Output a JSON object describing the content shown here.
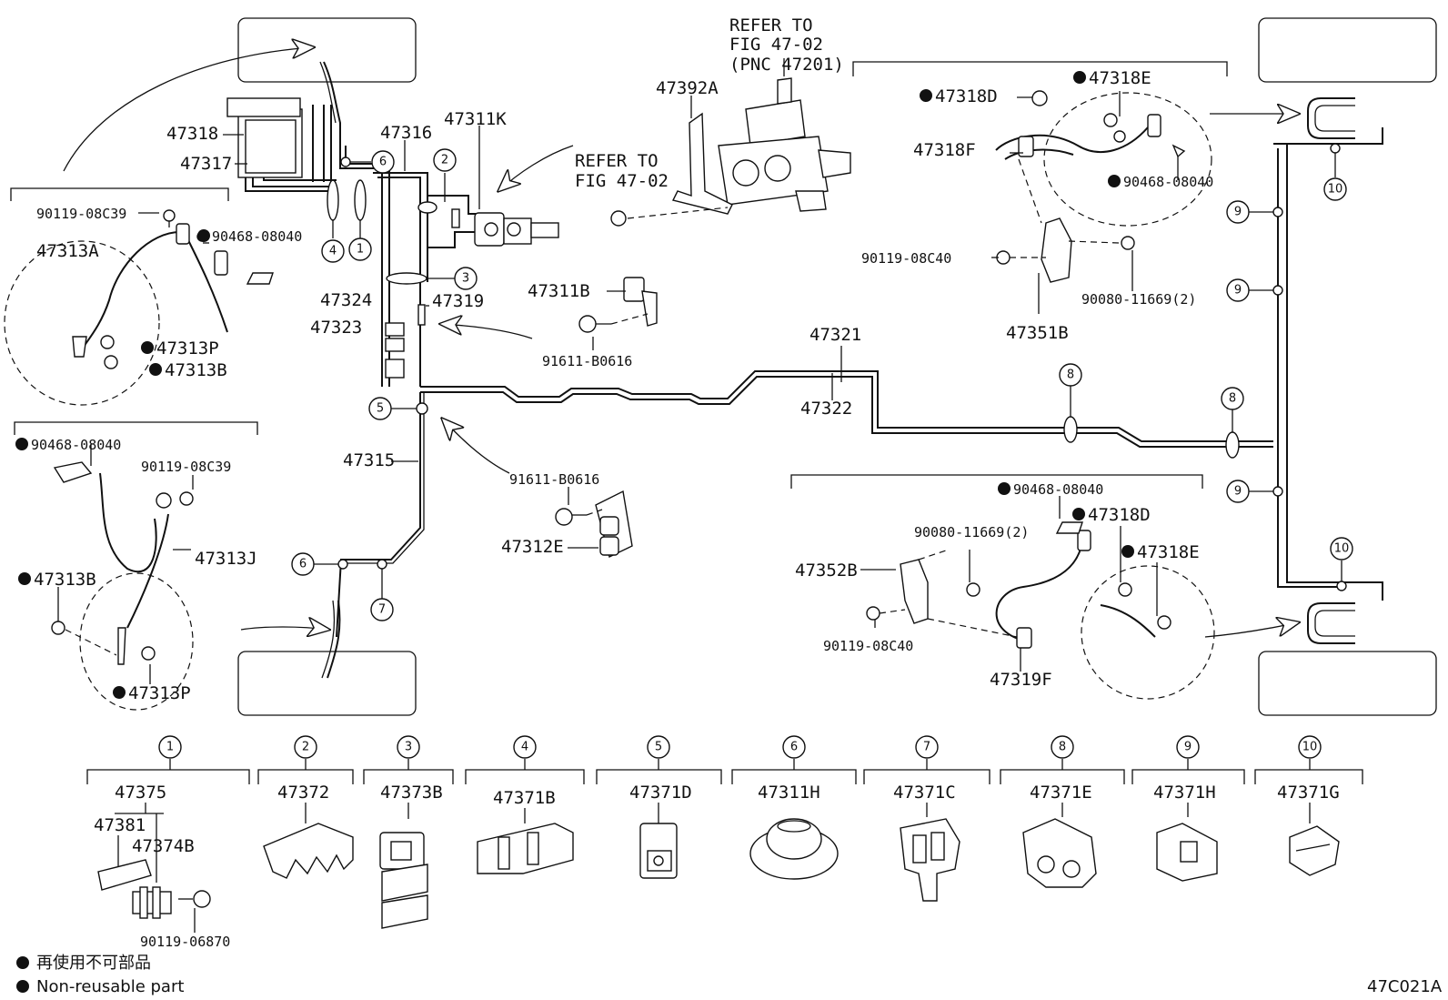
{
  "refer_notes": {
    "master_cyl": [
      "REFER TO",
      "FIG 47-02",
      "(PNC 47201)"
    ],
    "valve": [
      "REFER TO",
      "FIG 47-02"
    ]
  },
  "labels": {
    "p47318": "47318",
    "p47317": "47317",
    "p47316": "47316",
    "p47311K": "47311K",
    "p47392A": "47392A",
    "p90119_08C39_a": "90119-08C39",
    "p90468_08040_a": "90468-08040",
    "p47313A": "47313A",
    "p47313P_a": "47313P",
    "p47313B_a": "47313B",
    "p47324": "47324",
    "p47323": "47323",
    "p47319": "47319",
    "p47311B": "47311B",
    "p91611_B0616_a": "91611-B0616",
    "p47321": "47321",
    "p47322": "47322",
    "p47315": "47315",
    "p90468_08040_b": "90468-08040",
    "p90119_08C39_b": "90119-08C39",
    "p47313J": "47313J",
    "p47313B_b": "47313B",
    "p47313P_b": "47313P",
    "p91611_B0616_b": "91611-B0616",
    "p47312E": "47312E",
    "p47318E_a": "47318E",
    "p47318D_a": "47318D",
    "p47318F": "47318F",
    "p90468_08040_c": "90468-08040",
    "p90119_08C40_a": "90119-08C40",
    "p90080_11669_a": "90080-11669(2)",
    "p47351B": "47351B",
    "p90468_08040_d": "90468-08040",
    "p47318D_b": "47318D",
    "p90080_11669_b": "90080-11669(2)",
    "p47318E_b": "47318E",
    "p47352B": "47352B",
    "p90119_08C40_b": "90119-08C40",
    "p47319F": "47319F"
  },
  "callouts": {
    "c1": "1",
    "c2": "2",
    "c3": "3",
    "c4": "4",
    "c5": "5",
    "c6": "6",
    "c7": "7",
    "c8": "8",
    "c9": "9",
    "c10": "10"
  },
  "clamp_table": [
    {
      "num": "1",
      "part": "47375"
    },
    {
      "num": "2",
      "part": "47372"
    },
    {
      "num": "3",
      "part": "47373B"
    },
    {
      "num": "4",
      "part": "47371B"
    },
    {
      "num": "5",
      "part": "47371D"
    },
    {
      "num": "6",
      "part": "47311H"
    },
    {
      "num": "7",
      "part": "47371C"
    },
    {
      "num": "8",
      "part": "47371E"
    },
    {
      "num": "9",
      "part": "47371H"
    },
    {
      "num": "10",
      "part": "47371G"
    }
  ],
  "clamp1_subparts": {
    "p47381": "47381",
    "p47374B": "47374B",
    "p90119_06870": "90119-06870"
  },
  "legend": {
    "jp": "再使用不可部品",
    "en": "Non-reusable part"
  },
  "diagram_code": "47C021A"
}
